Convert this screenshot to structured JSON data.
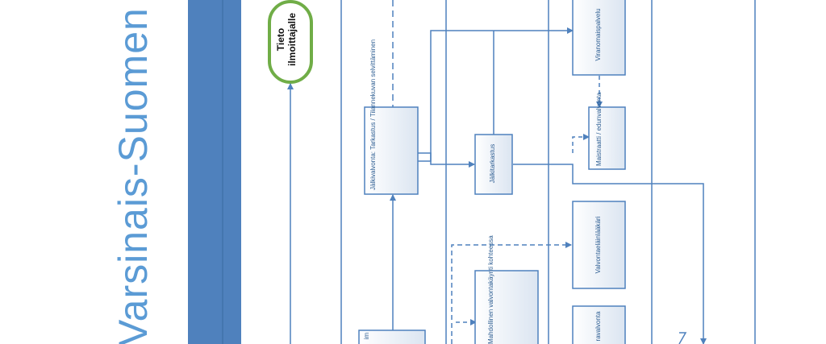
{
  "title": "Varsinais-Suomen pel",
  "colors": {
    "title": "#5b9bd5",
    "band_dark": "#4f81bd",
    "band_light": "#5b9bd5",
    "line": "#4f81bd",
    "terminator_border": "#70ad47"
  },
  "terminator": {
    "label_line1": "Tieto",
    "label_line2": "ilmoittajalle"
  },
  "boxes": {
    "virkamies": "Viranomaispalvelu",
    "maistraatti": "Maistraatti / edunvalvonta",
    "jalkivalvonta": "Jälkivalvonta: Tarkastus / Tilannekuvan selvittäminen",
    "jalkitarkastus": "Jälkitarkastus",
    "valvontaelain": "Valvontaeläinlääkäri",
    "valvontakaynti": "Mahdollinen valvontakäynti kohteessa",
    "ravalvonta": "ravalvonta",
    "im": "im"
  }
}
